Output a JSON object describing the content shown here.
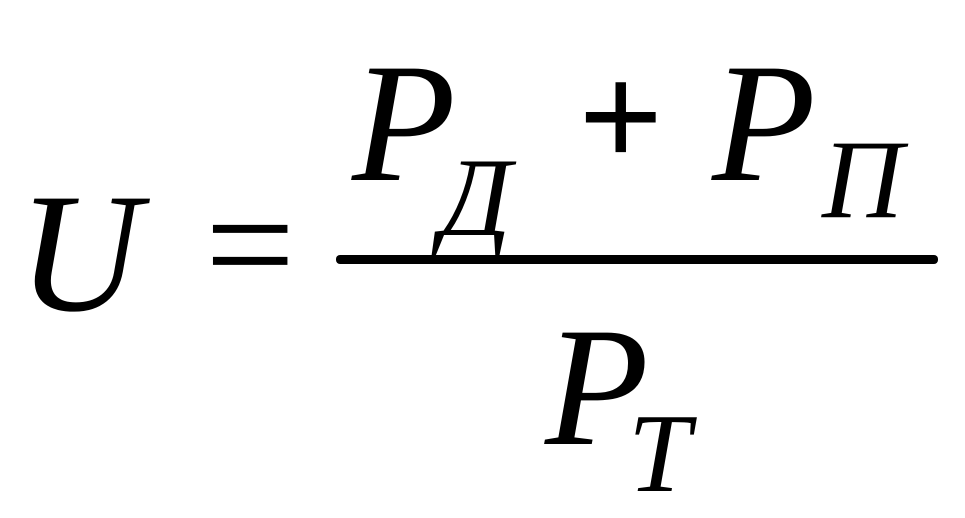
{
  "formula": {
    "lhs": "U",
    "equals": "=",
    "numerator": {
      "term1": {
        "symbol": "P",
        "subscript": "Д"
      },
      "operator": "+",
      "term2": {
        "symbol": "P",
        "subscript": "П"
      }
    },
    "denominator": {
      "symbol": "P",
      "subscript": "Т"
    }
  }
}
